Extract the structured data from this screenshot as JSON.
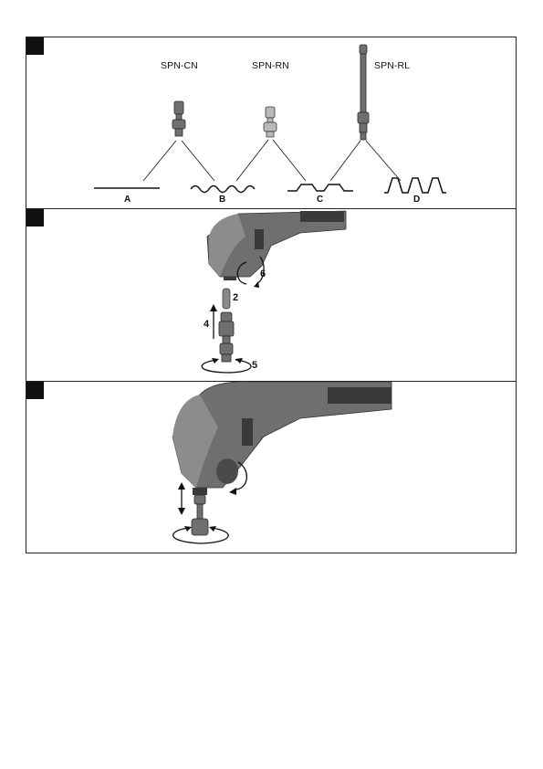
{
  "panel1": {
    "tools": [
      {
        "label": "SPN-CN"
      },
      {
        "label": "SPN-RN"
      },
      {
        "label": "SPN-RL"
      }
    ],
    "profiles": [
      {
        "letter": "A",
        "shape": "flat"
      },
      {
        "letter": "B",
        "shape": "wave"
      },
      {
        "letter": "C",
        "shape": "trapezoid-low"
      },
      {
        "letter": "D",
        "shape": "trapezoid-high"
      }
    ]
  },
  "panel2": {
    "steps": {
      "insert": "2",
      "push": "4",
      "rotate_collar": "5",
      "rotate_head": "6"
    }
  },
  "panel3": {},
  "colors": {
    "ink": "#111111",
    "tool_body": "#6f6f6f",
    "tool_dark": "#3a3a3a",
    "tool_light": "#b8b8b8"
  }
}
